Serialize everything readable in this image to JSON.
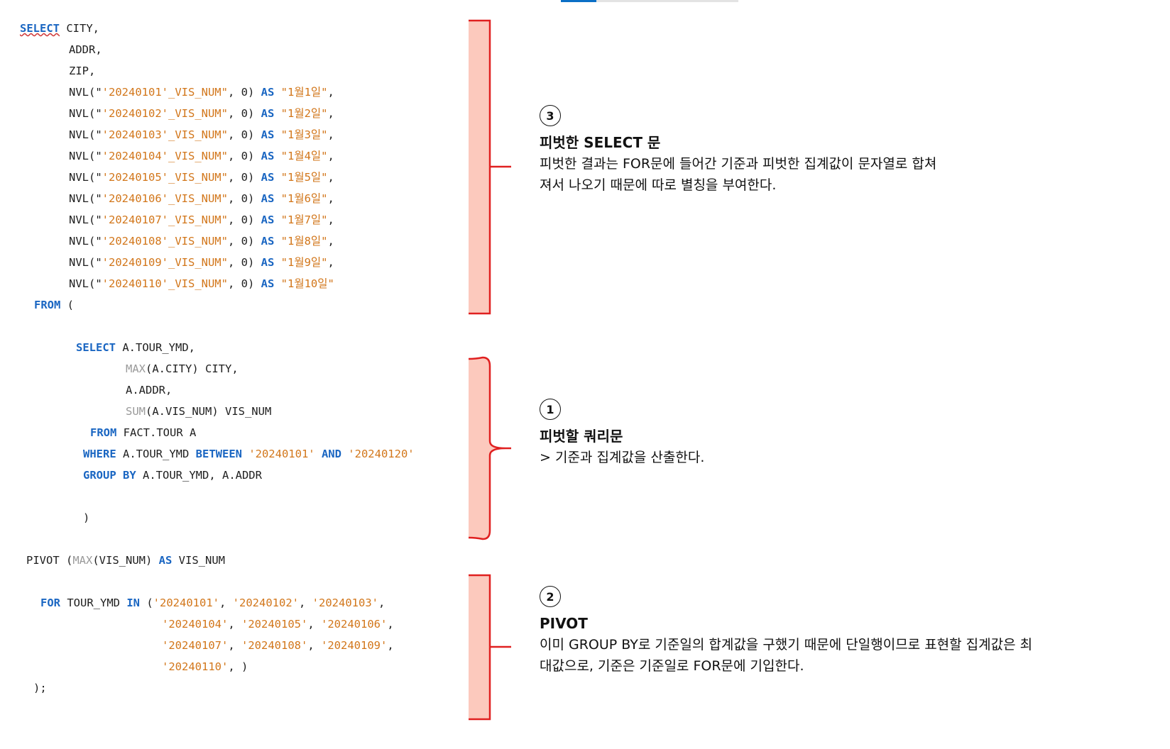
{
  "code": {
    "s1": "SELECT",
    "city_comma": " CITY,",
    "addr": "ADDR,",
    "zip": "ZIP,",
    "nvl_rows": [
      {
        "pre": "NVL(\"",
        "str": "'20240101'_VIS_NUM\"",
        "mid": ", 0) ",
        "as": "AS",
        "alias": " \"1월1일\"",
        "tail": ","
      },
      {
        "pre": "NVL(\"",
        "str": "'20240102'_VIS_NUM\"",
        "mid": ", 0) ",
        "as": "AS",
        "alias": " \"1월2일\"",
        "tail": ","
      },
      {
        "pre": "NVL(\"",
        "str": "'20240103'_VIS_NUM\"",
        "mid": ", 0) ",
        "as": "AS",
        "alias": " \"1월3일\"",
        "tail": ","
      },
      {
        "pre": "NVL(\"",
        "str": "'20240104'_VIS_NUM\"",
        "mid": ", 0) ",
        "as": "AS",
        "alias": " \"1월4일\"",
        "tail": ","
      },
      {
        "pre": "NVL(\"",
        "str": "'20240105'_VIS_NUM\"",
        "mid": ", 0) ",
        "as": "AS",
        "alias": " \"1월5일\"",
        "tail": ","
      },
      {
        "pre": "NVL(\"",
        "str": "'20240106'_VIS_NUM\"",
        "mid": ", 0) ",
        "as": "AS",
        "alias": " \"1월6일\"",
        "tail": ","
      },
      {
        "pre": "NVL(\"",
        "str": "'20240107'_VIS_NUM\"",
        "mid": ", 0) ",
        "as": "AS",
        "alias": " \"1월7일\"",
        "tail": ","
      },
      {
        "pre": "NVL(\"",
        "str": "'20240108'_VIS_NUM\"",
        "mid": ", 0) ",
        "as": "AS",
        "alias": " \"1월8일\"",
        "tail": ","
      },
      {
        "pre": "NVL(\"",
        "str": "'20240109'_VIS_NUM\"",
        "mid": ", 0) ",
        "as": "AS",
        "alias": " \"1월9일\"",
        "tail": ","
      },
      {
        "pre": "NVL(\"",
        "str": "'20240110'_VIS_NUM\"",
        "mid": ", 0) ",
        "as": "AS",
        "alias": " \"1월10일\"",
        "tail": ""
      }
    ],
    "from1": "FROM",
    "paren_open": " (",
    "inner_select": "SELECT",
    "tour_ymd": " A.TOUR_YMD,",
    "max_fn": "MAX",
    "max_rest": "(A.CITY) CITY,",
    "a_addr": "A.ADDR,",
    "sum_fn": "SUM",
    "sum_rest": "(A.VIS_NUM) VIS_NUM",
    "from2": "FROM",
    "fact_tour": " FACT.TOUR A",
    "where_kw": "WHERE",
    "where_col": " A.TOUR_YMD ",
    "between_kw": "BETWEEN",
    "d_from": " '20240101'",
    "and_kw": " AND",
    "d_to": " '20240120'",
    "group_kw": "GROUP",
    "by_kw": " BY",
    "group_cols": " A.TOUR_YMD, A.ADDR",
    "paren_close": ")",
    "pivot": "PIVOT (",
    "pivot_max": "MAX",
    "pivot_rest": "(VIS_NUM) ",
    "pivot_as": "AS",
    "pivot_alias": " VIS_NUM",
    "for_kw": "FOR",
    "for_col": " TOUR_YMD ",
    "in_kw": "IN",
    "in_open": " (",
    "in_rows": [
      [
        "'20240101'",
        "'20240102'",
        "'20240103'"
      ],
      [
        "'20240104'",
        "'20240105'",
        "'20240106'"
      ],
      [
        "'20240107'",
        "'20240108'",
        "'20240109'"
      ],
      [
        "'20240110'"
      ]
    ],
    "in_close": ", )",
    "end": ");"
  },
  "notes": {
    "n3": {
      "num": "3",
      "title": "피벗한 SELECT 문",
      "body": "피벗한 결과는 FOR문에 들어간 기준과 피벗한 집계값이 문자열로 합쳐\n져서 나오기 때문에 따로 별칭을 부여한다."
    },
    "n1": {
      "num": "1",
      "title": "피벗할 쿼리문",
      "body": "> 기준과 집계값을 산출한다."
    },
    "n2": {
      "num": "2",
      "title": "PIVOT",
      "body": "이미 GROUP BY로 기준일의 합계값을 구했기 때문에 단일행이므로 표현할 집계값은 최\n대값으로, 기준은 기준일로 FOR문에 기입한다."
    }
  },
  "colors": {
    "keyword": "#1a66c2",
    "string": "#d2761a",
    "function": "#9a9a9a",
    "bracket": "#e02020",
    "bracket_fill": "#fcc9bd"
  }
}
